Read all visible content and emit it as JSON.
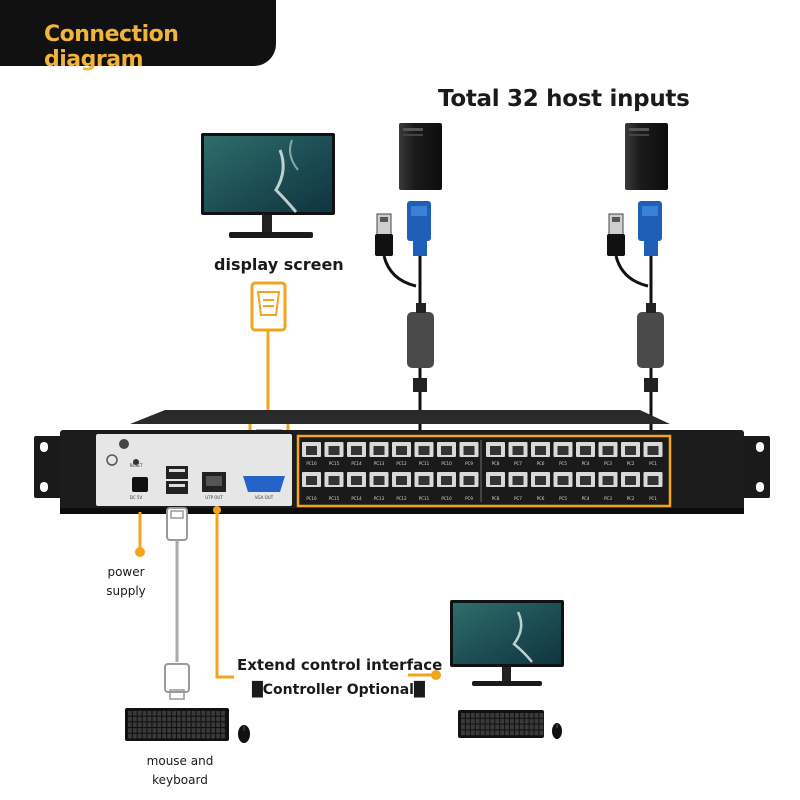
{
  "header": {
    "title": "Connection diagram"
  },
  "labels": {
    "total_inputs": "Total 32 host inputs",
    "display_screen": "display screen",
    "power_line1": "power",
    "power_line2": "supply",
    "extend_line1": "Extend control interface",
    "extend_line2": "█Controller Optional█",
    "mouse_line1": "mouse and",
    "mouse_line2": "keyboard"
  },
  "panel": {
    "vga_out": "VGA OUT",
    "utp_out": "UTP OUT",
    "dc_in": "DC 5V",
    "reset": "RESET",
    "ports_top_left": [
      "PC16",
      "PC15",
      "PC14",
      "PC13",
      "PC12",
      "PC11",
      "PC10",
      "PC9"
    ],
    "ports_top_right": [
      "PC8",
      "PC7",
      "PC6",
      "PC5",
      "PC4",
      "PC3",
      "PC2",
      "PC1"
    ],
    "ports_bottom_left": [
      "PC16",
      "PC15",
      "PC14",
      "PC13",
      "PC12",
      "PC11",
      "PC10",
      "PC9"
    ],
    "ports_bottom_right": [
      "PC8",
      "PC7",
      "PC6",
      "PC5",
      "PC4",
      "PC3",
      "PC2",
      "PC1"
    ]
  },
  "colors": {
    "accent": "#f2a51a",
    "dark": "#111111",
    "vga_blue": "#1f5fb8"
  },
  "icons": [
    "monitor-icon",
    "pc-tower-icon",
    "vga-connector-icon",
    "usb-connector-icon",
    "keyboard-icon",
    "mouse-icon",
    "rj45-port-icon"
  ]
}
